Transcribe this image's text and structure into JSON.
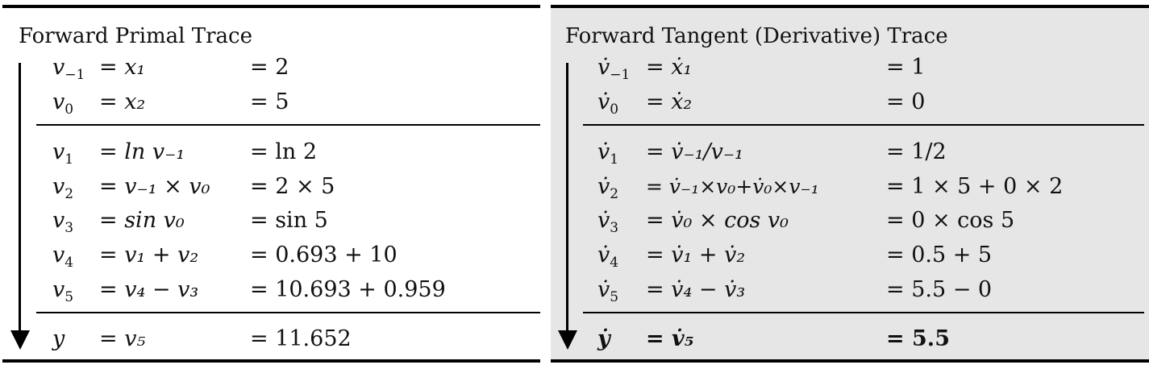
{
  "primal": {
    "title": "Forward Primal Trace",
    "rows": [
      {
        "lhs": "v",
        "lhs_sub": "−1",
        "rhs": "= x₁",
        "val": "= 2"
      },
      {
        "lhs": "v",
        "lhs_sub": "0",
        "rhs": "= x₂",
        "val": "= 5"
      },
      {
        "lhs": "v",
        "lhs_sub": "1",
        "rhs": "= ln v₋₁",
        "val": "= ln 2"
      },
      {
        "lhs": "v",
        "lhs_sub": "2",
        "rhs": "= v₋₁ × v₀",
        "val": "= 2 × 5"
      },
      {
        "lhs": "v",
        "lhs_sub": "3",
        "rhs": "= sin v₀",
        "val": "= sin 5"
      },
      {
        "lhs": "v",
        "lhs_sub": "4",
        "rhs": "= v₁ + v₂",
        "val": "= 0.693 + 10"
      },
      {
        "lhs": "v",
        "lhs_sub": "5",
        "rhs": "= v₄ − v₃",
        "val": "= 10.693 + 0.959"
      },
      {
        "lhs": "y",
        "lhs_sub": "",
        "rhs": "= v₅",
        "val": "= 11.652"
      }
    ]
  },
  "tangent": {
    "title": "Forward Tangent (Derivative) Trace",
    "rows": [
      {
        "lhs": "v̇",
        "lhs_sub": "−1",
        "rhs": "= ẋ₁",
        "val": "= 1"
      },
      {
        "lhs": "v̇",
        "lhs_sub": "0",
        "rhs": "= ẋ₂",
        "val": "= 0"
      },
      {
        "lhs": "v̇",
        "lhs_sub": "1",
        "rhs": "= v̇₋₁/v₋₁",
        "val": "= 1/2"
      },
      {
        "lhs": "v̇",
        "lhs_sub": "2",
        "rhs": "= v̇₋₁×v₀+v̇₀×v₋₁",
        "val": "= 1 × 5 + 0 × 2"
      },
      {
        "lhs": "v̇",
        "lhs_sub": "3",
        "rhs": "= v̇₀ × cos v₀",
        "val": "= 0 × cos 5"
      },
      {
        "lhs": "v̇",
        "lhs_sub": "4",
        "rhs": "= v̇₁ + v̇₂",
        "val": "= 0.5 + 5"
      },
      {
        "lhs": "v̇",
        "lhs_sub": "5",
        "rhs": "= v̇₄ − v̇₃",
        "val": "= 5.5 − 0"
      },
      {
        "lhs": "ẏ",
        "lhs_sub": "",
        "rhs": "= v̇₅",
        "val": "= 5.5"
      }
    ]
  }
}
